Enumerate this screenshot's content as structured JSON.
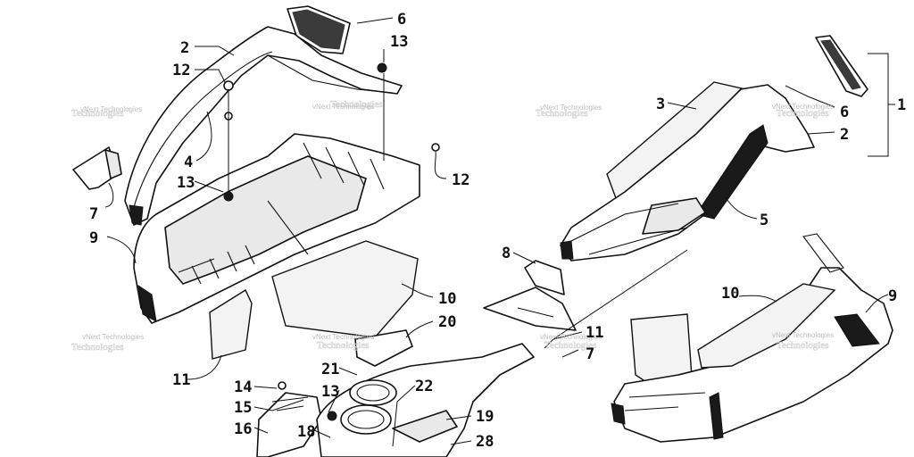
{
  "diagram": {
    "parts": {
      "p1": "1",
      "p2a": "2",
      "p2b": "2",
      "p3": "3",
      "p4": "4",
      "p5": "5",
      "p6a": "6",
      "p6b": "6",
      "p7a": "7",
      "p7b": "7",
      "p8": "8",
      "p9a": "9",
      "p9b": "9",
      "p10a": "10",
      "p10b": "10",
      "p11a": "11",
      "p11b": "11",
      "p12a": "12",
      "p12b": "12",
      "p13a": "13",
      "p13b": "13",
      "p13c": "13",
      "p14": "14",
      "p15": "15",
      "p16": "16",
      "p18": "18",
      "p19": "19",
      "p20": "20",
      "p21": "21",
      "p22": "22",
      "p28": "28"
    },
    "watermark": "vNext Technologies",
    "watermark_overlay": "Technologies"
  }
}
